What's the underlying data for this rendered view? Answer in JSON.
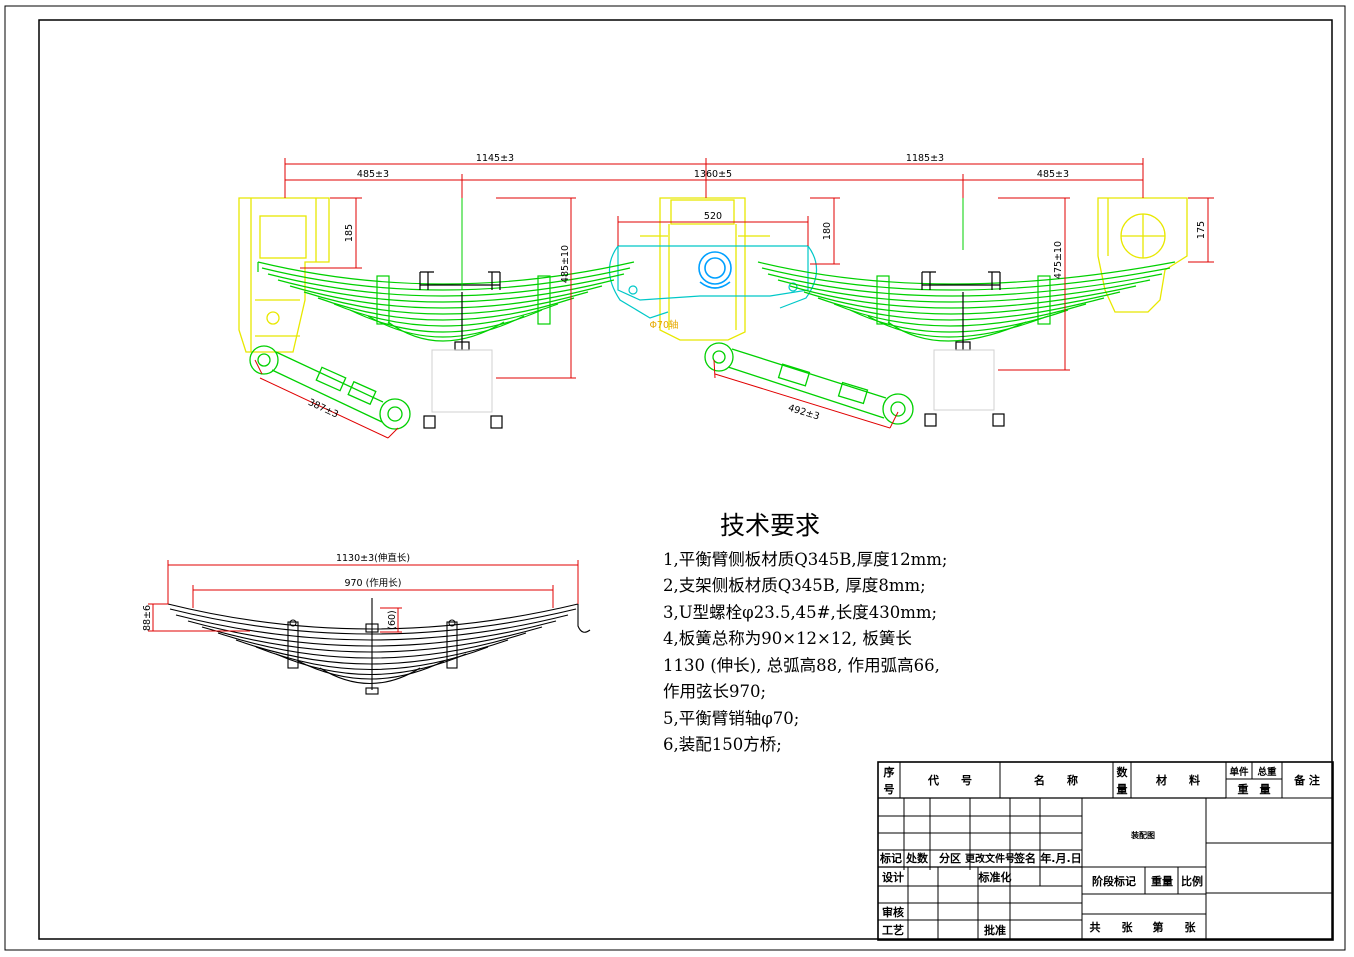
{
  "dims": {
    "d1145": "1145±3",
    "d1185": "1185±3",
    "d485a": "485±3",
    "d1360": "1360±5",
    "d485b": "485±3",
    "d520": "520",
    "d185": "185",
    "d180": "180",
    "d175": "175",
    "d485h": "485±10",
    "d475h": "475±10",
    "d387": "387±3",
    "d492": "492±3",
    "d70": "Φ70轴"
  },
  "spring": {
    "d1130": "1130±3(伸直长)",
    "d970": "970 (作用长)",
    "d88": "88±6",
    "d60": "(60)"
  },
  "tech": {
    "title": "技术要求",
    "lines": [
      "1,平衡臂侧板材质Q345B,厚度12mm;",
      "2,支架侧板材质Q345B, 厚度8mm;",
      "3,U型螺栓φ23.5,45#,长度430mm;",
      "4,板簧总称为90×12×12, 板簧长",
      "1130 (伸长), 总弧高88, 作用弧高66,",
      "作用弦长970;",
      "5,平衡臂销轴φ70;",
      "6,装配150方桥;"
    ]
  },
  "titleblock": {
    "xu": "序",
    "hao": "号",
    "daihao": "代　　号",
    "mingcheng": "名　　称",
    "shu": "数",
    "liang": "量",
    "cailiao": "材　　料",
    "danjian": "单件",
    "zongzhong": "总重",
    "zhongliang": "重　量",
    "beizhu": "备 注",
    "drawing_name": "装配图",
    "biaoji": "标记",
    "chushu": "处数",
    "fenqu": "分区",
    "genggai": "更改文件号",
    "qianming": "签名",
    "nianyueri": "年.月.日",
    "sheji": "设计",
    "biaozhunhua": "标准化",
    "jieduan": "阶段标记",
    "zhong": "重量",
    "bili": "比例",
    "shenhe": "审核",
    "gongyi": "工艺",
    "pizhun": "批准",
    "gong": "共",
    "zhang1": "张",
    "di": "第",
    "zhang2": "张"
  }
}
